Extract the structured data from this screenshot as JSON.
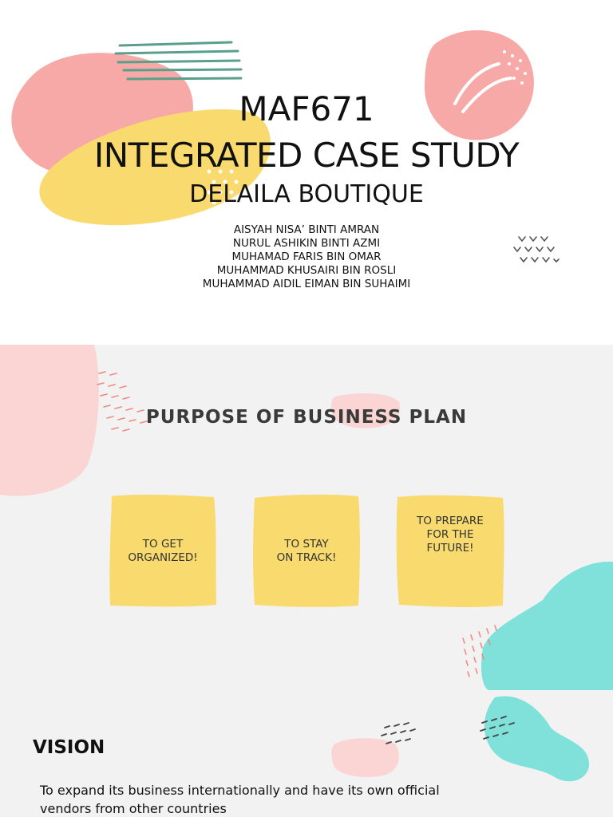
{
  "cover": {
    "course_code": "MAF671",
    "course_name": "INTEGRATED CASE STUDY",
    "company": "DELAILA BOUTIQUE",
    "members": [
      "AISYAH NISA’ BINTI AMRAN",
      "NURUL ASHIKIN BINTI AZMI",
      "MUHAMAD FARIS BIN OMAR",
      "MUHAMMAD KHUSAIRI BIN ROSLI",
      "MUHAMMAD AIDIL EIMAN BIN SUHAIMI"
    ]
  },
  "purpose": {
    "title": "PURPOSE OF BUSINESS PLAN",
    "cards": [
      "TO GET\nORGANIZED!",
      "TO STAY\nON TRACK!",
      "TO PREPARE\nFOR THE\nFUTURE!"
    ]
  },
  "vision": {
    "title": "VISION",
    "text": "To expand its business internationally and have its own official vendors from other countries"
  },
  "colors": {
    "pink": "#f7a9a8",
    "light_pink": "#fbd5d4",
    "yellow": "#f9da6f",
    "teal": "#7fe1d9",
    "green_lines": "#5a9e8c",
    "dark_dots": "#555555"
  }
}
